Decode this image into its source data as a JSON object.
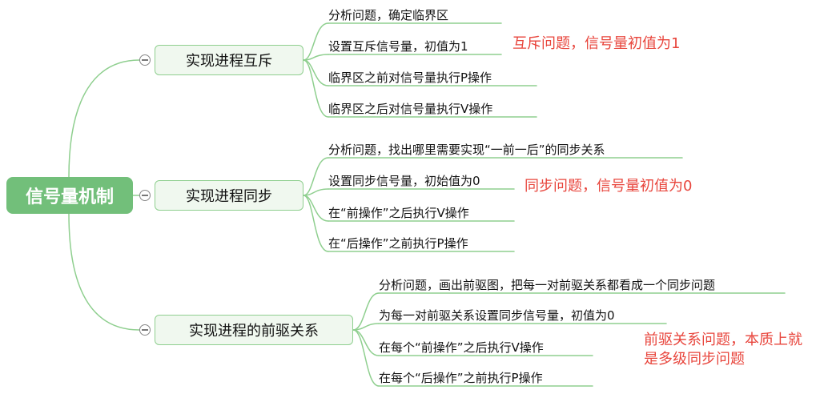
{
  "root": {
    "label": "信号量机制"
  },
  "branches": [
    {
      "label": "实现进程互斥",
      "leaves": [
        "分析问题，确定临界区",
        "设置互斥信号量，初值为1",
        "临界区之前对信号量执行P操作",
        "临界区之后对信号量执行V操作"
      ],
      "note": "互斥问题，信号量初值为1"
    },
    {
      "label": "实现进程同步",
      "leaves": [
        "分析问题，找出哪里需要实现“一前一后”的同步关系",
        "设置同步信号量，初始值为0",
        "在“前操作”之后执行V操作",
        "在“后操作”之前执行P操作"
      ],
      "note": "同步问题，信号量初值为0"
    },
    {
      "label": "实现进程的前驱关系",
      "leaves": [
        "分析问题，画出前驱图，把每一对前驱关系都看成一个同步问题",
        "为每一对前驱关系设置同步信号量，初值为0",
        "在每个“前操作”之后执行V操作",
        "在每个“后操作”之前执行P操作"
      ],
      "note_lines": [
        "前驱关系问题，本质上就",
        "是多级同步问题"
      ]
    }
  ],
  "colors": {
    "root_fill": "#72bf7a",
    "branch_fill": "#f0f8ef",
    "branch_border": "#8fcf8f",
    "connector": "#8fcf8f",
    "note_text": "#e8453c"
  }
}
